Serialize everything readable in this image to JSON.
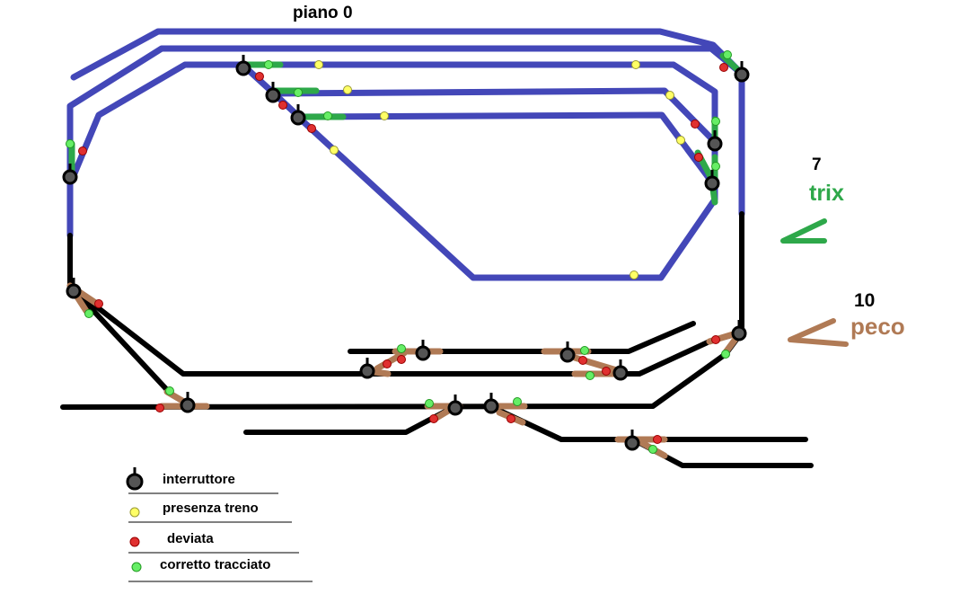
{
  "title": "piano 0",
  "brands": {
    "trix": {
      "count": "7",
      "name": "trix",
      "color": "#2ea84a"
    },
    "peco": {
      "count": "10",
      "name": "peco",
      "color": "#b07a55"
    }
  },
  "colors": {
    "upper_track": "#4347b8",
    "lower_track": "#000000",
    "switch_handle": "#555555",
    "presence": "#ffff66",
    "diverted": "#e03030",
    "correct_route": "#66ee66"
  },
  "legend": [
    {
      "symbol": "switch-icon",
      "label": "interruttore"
    },
    {
      "symbol": "yellow-dot-icon",
      "label": "presenza treno"
    },
    {
      "symbol": "red-dot-icon",
      "label": "deviata"
    },
    {
      "symbol": "green-dot-icon",
      "label": "corretto tracciato"
    }
  ]
}
